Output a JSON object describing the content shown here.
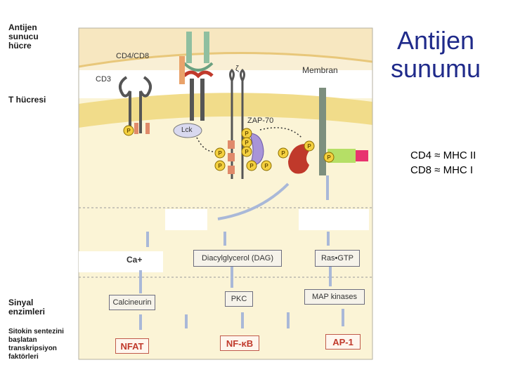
{
  "title": "Antijen\nsunumu",
  "cd_mapping": [
    "CD4 ≈ MHC II",
    "CD8 ≈ MHC I"
  ],
  "left_labels": {
    "apc": "Antijen\nsunucu\nhücre",
    "tcell": "T hücresi",
    "signal_enzymes": "Sinyal\nenzimleri",
    "tf": "Sitokin sentezini\nbaşlatan\ntranskripsiyon\nfaktörleri"
  },
  "membrane_labels": {
    "cd4cd8": "CD4/CD8",
    "cd3": "CD3",
    "zeta": "ζ",
    "membrane": "Membran",
    "zap70": "ZAP-70",
    "lck": "Lck",
    "p": "P"
  },
  "second_messengers": [
    "Ca+",
    "Diacylglycerol  (DAG)",
    "Ras•GTP"
  ],
  "enzymes": [
    "Calcineurin",
    "PKC",
    "MAP kinases"
  ],
  "transcription_factors": [
    "NFAT",
    "NF-κB",
    "AP-1"
  ],
  "colors": {
    "title": "#1f2a8a",
    "membrane": "#f1dc8a",
    "cytoplasm": "#fbf4d6",
    "apc_bg": "#f9efd5",
    "phosphate": "#f4d03f",
    "zap70": "#a894d8",
    "kinase": "#c0392b",
    "tf_text": "#c0392b"
  }
}
